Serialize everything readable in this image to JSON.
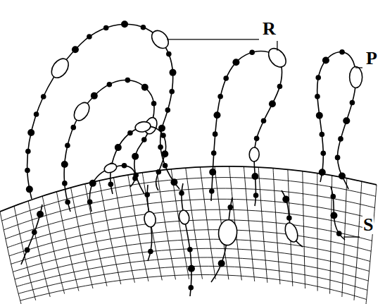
{
  "diagram": {
    "labels": [
      "R",
      "P",
      "S"
    ]
  }
}
